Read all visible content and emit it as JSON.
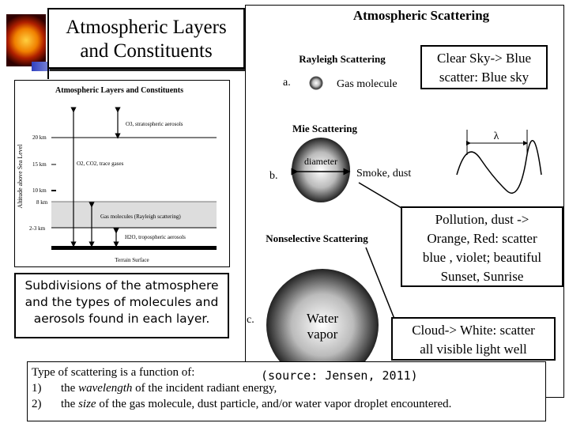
{
  "title": {
    "line1": "Atmospheric Layers",
    "line2": "and Constituents"
  },
  "layers_figure": {
    "title": "Atmospheric Layers and Constituents",
    "y_axis_label": "Altitude above Sea Level",
    "ticks": [
      "20 km",
      "15 km",
      "10 km",
      "8 km",
      "2-3 km"
    ],
    "labels": {
      "o3": "O3, stratospheric aerosols",
      "o2": "O2, CO2, trace gases",
      "gas": "Gas molecules (Rayleigh scattering)",
      "h2o": "H2O, tropospheric aerosols",
      "surface": "Terrain Surface"
    }
  },
  "subdivisions_text": "Subdivisions of the atmosphere and the types of molecules and aerosols found in each layer.",
  "scattering_figure": {
    "title": "Atmospheric Scattering",
    "rayleigh": {
      "heading": "Rayleigh Scattering",
      "letter": "a.",
      "label": "Gas molecule"
    },
    "mie": {
      "heading": "Mie Scattering",
      "letter": "b.",
      "label": "Smoke, dust",
      "diameter": "diameter"
    },
    "nonselective": {
      "heading": "Nonselective Scattering",
      "letter": "c.",
      "label1": "Water",
      "label2": "vapor"
    },
    "wavelength_symbol": "λ"
  },
  "callouts": {
    "clear": [
      "Clear Sky-> Blue",
      "scatter: Blue sky"
    ],
    "pollution": [
      "Pollution, dust ->",
      "Orange, Red: scatter",
      "blue , violet; beautiful",
      "Sunset, Sunrise"
    ],
    "cloud": [
      "Cloud-> White: scatter",
      "all visible light well"
    ]
  },
  "source": "(source: Jensen, 2011)",
  "bottom": {
    "intro": "Type of scattering is a function of:",
    "item1_num": "1)",
    "item1_a": "the ",
    "item1_em": "wavelength",
    "item1_b": " of the incident radiant energy,",
    "item2_num": "2)",
    "item2_a": "the ",
    "item2_em": "size",
    "item2_b": " of the gas molecule, dust particle, and/or water vapor droplet encountered."
  }
}
